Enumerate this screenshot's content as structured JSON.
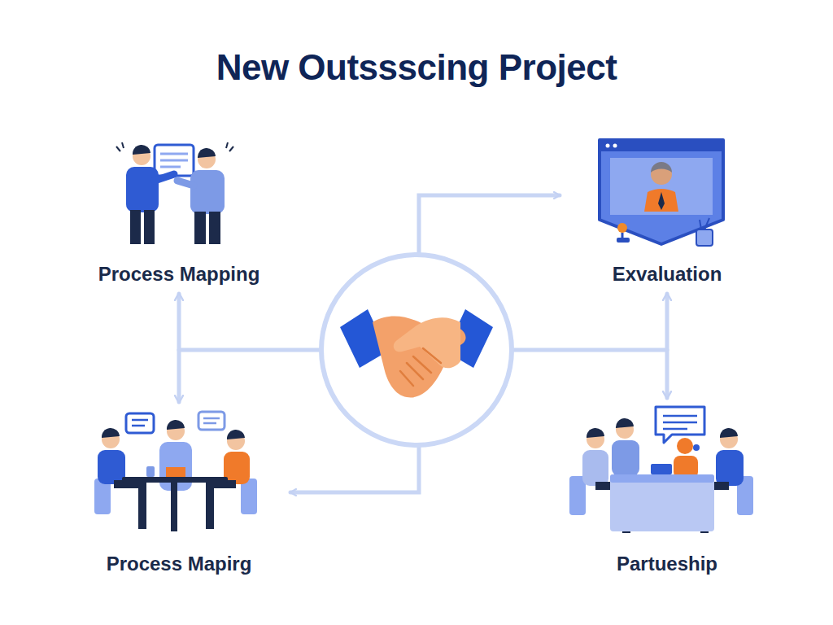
{
  "diagram": {
    "title": "New Outssscing Project",
    "nodes": [
      {
        "text": [
          "Process Mapping"
        ]
      },
      {
        "text": [
          "Exvaluation"
        ]
      },
      {
        "text": [
          "Process Mapirg"
        ]
      },
      {
        "text": [
          "Partueship"
        ]
      }
    ],
    "edges": [
      {
        "from": 0,
        "to": 2,
        "arrow": "both"
      },
      {
        "from": 1,
        "to": 3,
        "arrow": "both"
      }
    ]
  }
}
